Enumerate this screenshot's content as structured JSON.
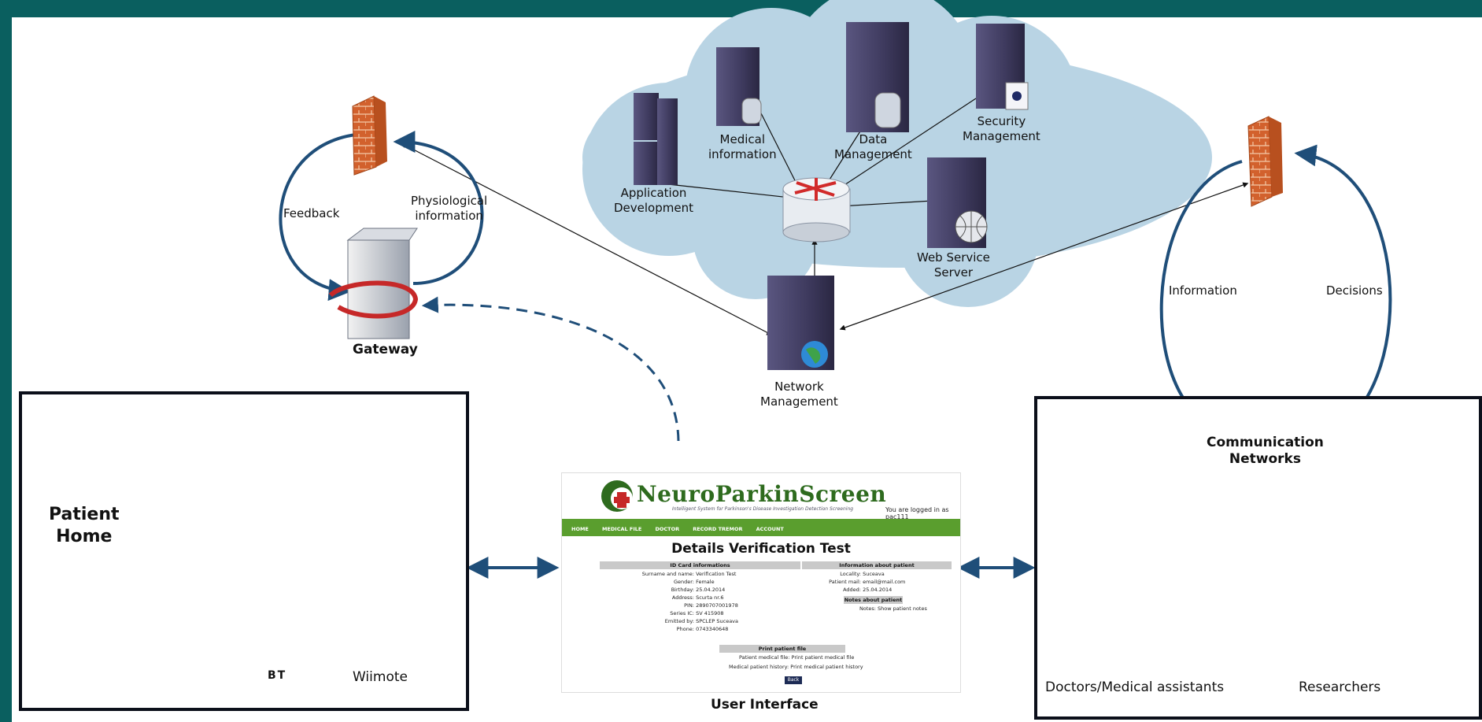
{
  "nodes": {
    "medical_information": "Medical\ninformation",
    "data_management": "Data\nManagement",
    "security_management": "Security\nManagement",
    "application_development": "Application\nDevelopment",
    "web_service_server": "Web Service\nServer",
    "network_management": "Network\nManagement",
    "gateway": "Gateway",
    "feedback": "Feedback",
    "physiological_information": "Physiological\ninformation",
    "information": "Information",
    "decisions": "Decisions",
    "communication_networks": "Communication\nNetworks",
    "patient_home": "Patient\nHome",
    "wiimote": "Wiimote",
    "bt": "BT",
    "user_interface": "User Interface",
    "doctors": "Doctors/Medical assistants",
    "researchers": "Researchers"
  },
  "ui": {
    "brand": "NeuroParkinScreen",
    "tagline": "Intelligent System for Parkinson's Disease Investigation Detection Screening",
    "logged_in": "You are logged in as pac111",
    "nav": [
      "HOME",
      "MEDICAL FILE",
      "DOCTOR",
      "RECORD TREMOR",
      "ACCOUNT"
    ],
    "title": "Details Verification Test",
    "id_header": "ID Card informations",
    "id_rows": [
      {
        "k": "Surname and name:",
        "v": "Verification Test"
      },
      {
        "k": "Gender:",
        "v": "Female"
      },
      {
        "k": "Birthday:",
        "v": "25.04.2014"
      },
      {
        "k": "Address:",
        "v": "Scurta nr.6"
      },
      {
        "k": "PIN:",
        "v": "2890707001978"
      },
      {
        "k": "Series IC:",
        "v": "SV 415908"
      },
      {
        "k": "Emitted by:",
        "v": "SPCLEP Suceava"
      },
      {
        "k": "Phone:",
        "v": "0743340648"
      }
    ],
    "info_header": "Information about patient",
    "info_rows": [
      {
        "k": "Locality:",
        "v": "Suceava"
      },
      {
        "k": "Patient mail:",
        "v": "email@mail.com"
      },
      {
        "k": "Added:",
        "v": "25.04.2014"
      }
    ],
    "notes_header": "Notes about patient",
    "notes_row": "Notes: Show patient notes",
    "print_header": "Print patient file",
    "print_rows": [
      "Patient medical file: Print patient medical file",
      "Medical patient history: Print medical patient history"
    ],
    "back": "Back"
  },
  "colors": {
    "frame": "#0a5f5f",
    "arrow_blue": "#1f4e79",
    "cloud": "#b9d4e4",
    "server": "#3e3a5e",
    "firewall": "#d2612d",
    "nav_green": "#5a9e2e"
  }
}
